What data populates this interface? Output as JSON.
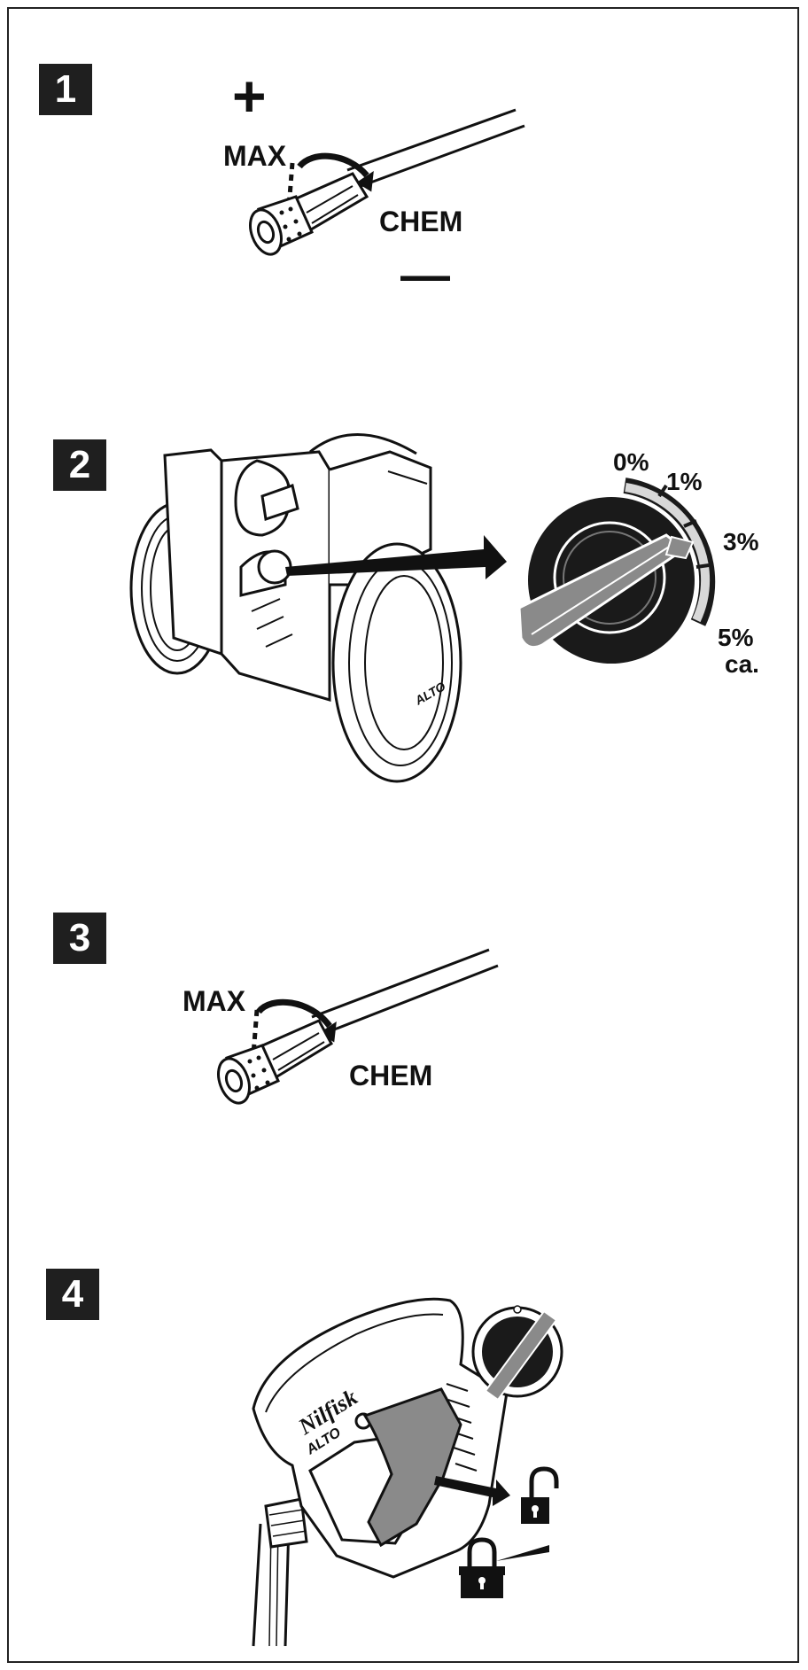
{
  "steps": [
    {
      "number": "1",
      "labels": {
        "plus": "+",
        "max": "MAX",
        "chem": "CHEM",
        "minus": "—"
      }
    },
    {
      "number": "2",
      "dial": {
        "positions": [
          "0%",
          "1%",
          "3%",
          "5%"
        ],
        "suffix": "ca."
      },
      "brand_mark": "ALTO"
    },
    {
      "number": "3",
      "labels": {
        "max": "MAX",
        "chem": "CHEM"
      }
    },
    {
      "number": "4",
      "brand": {
        "name": "Nilfisk",
        "sub": "ALTO"
      }
    }
  ],
  "icons": [
    "lock-icon",
    "unlock-icon",
    "arrow-icon",
    "nozzle-illustration",
    "pressure-washer-illustration",
    "dial-illustration",
    "spray-gun-illustration"
  ],
  "colors": {
    "badge": "#1f1f1f",
    "ink": "#111111",
    "grip": "#8a8a8a",
    "dial_dark": "#1a1a1a"
  }
}
